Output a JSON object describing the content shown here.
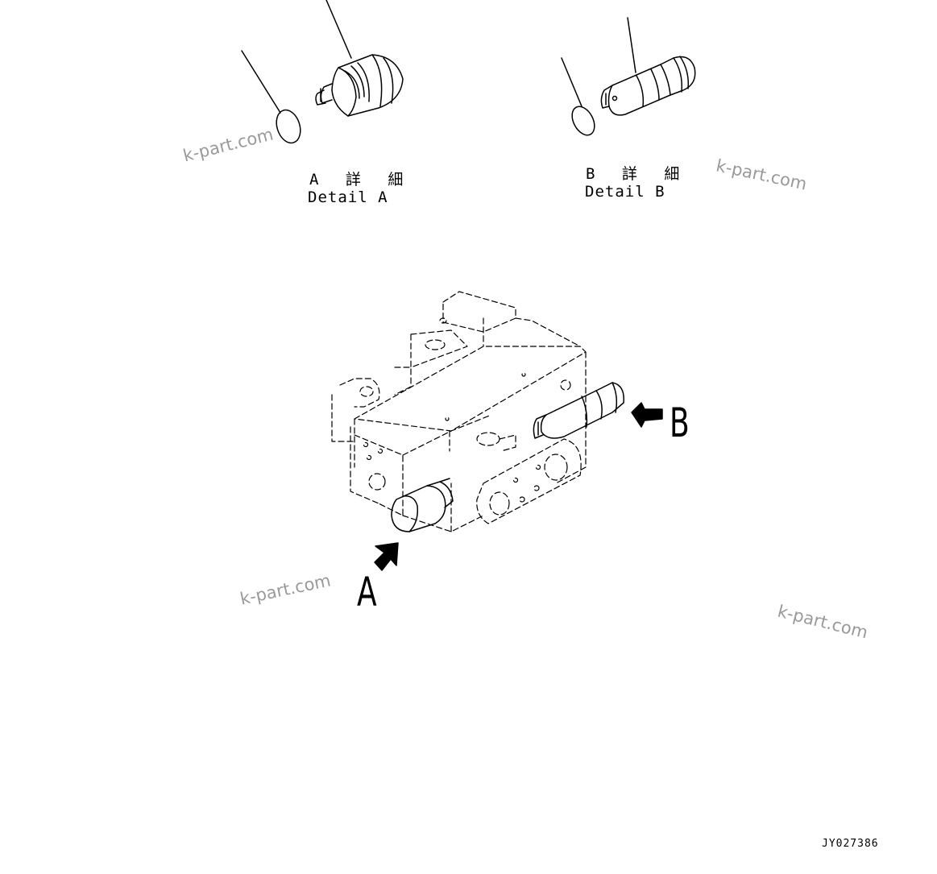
{
  "details": {
    "a_jp": "A 詳 細",
    "a_en": "Detail A",
    "b_jp": "B 詳 細",
    "b_en": "Detail B"
  },
  "callouts": {
    "a": "A",
    "b": "B"
  },
  "watermark": "k-part.com",
  "drawing_code": "JY027386",
  "colors": {
    "line": "#000000",
    "background": "#ffffff",
    "watermark": "#9a9a9a"
  }
}
